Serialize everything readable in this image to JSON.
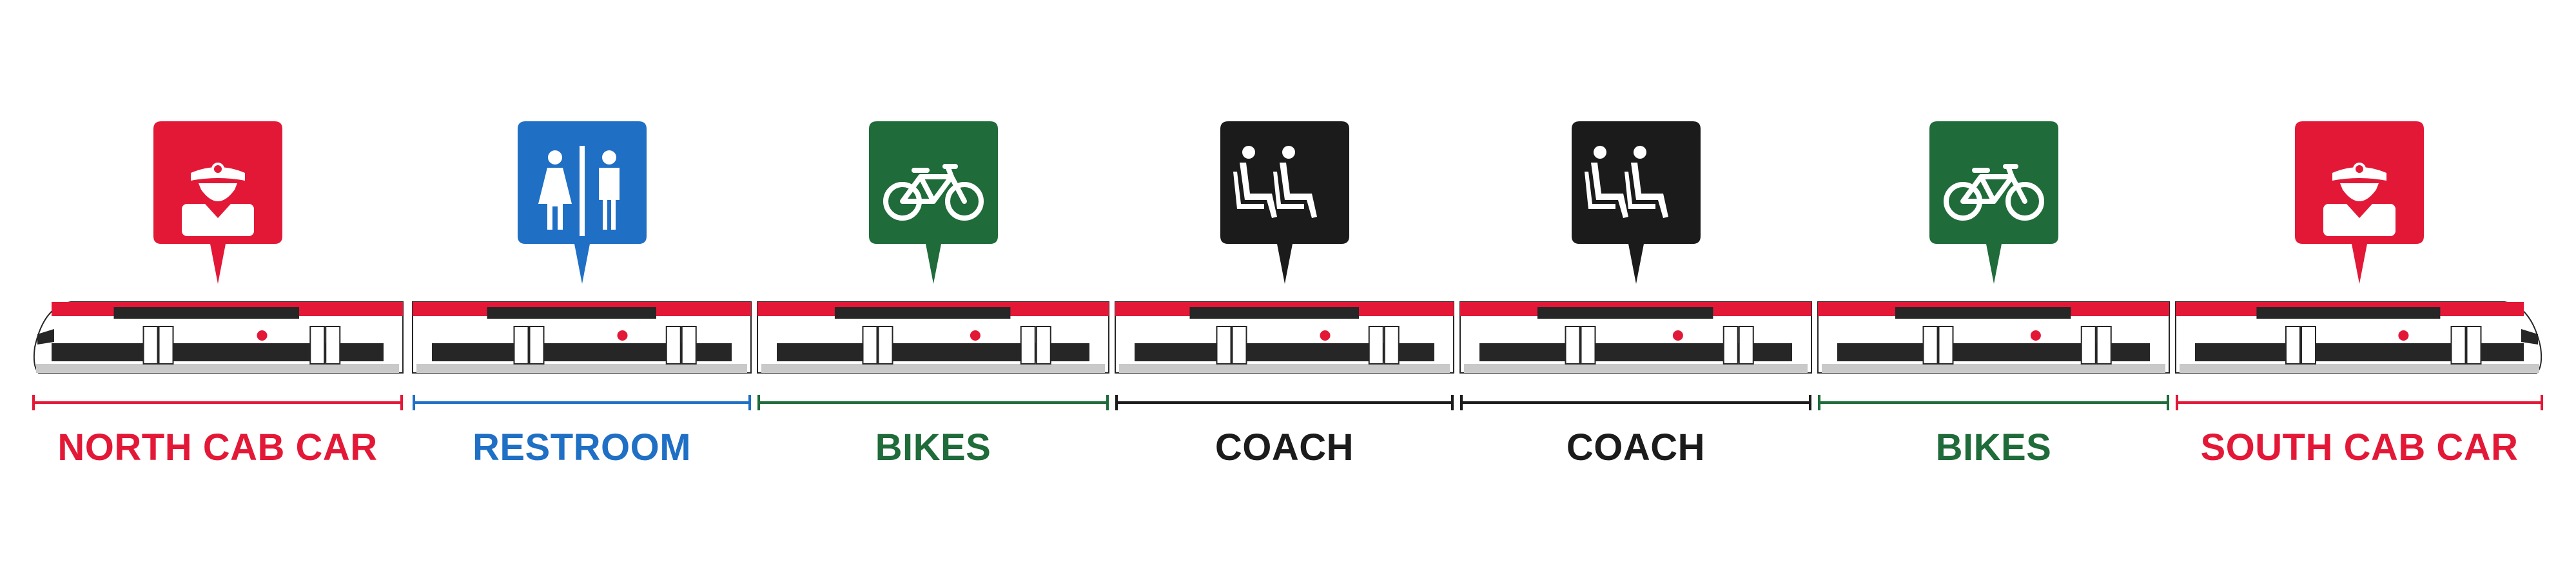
{
  "colors": {
    "red": "#e31837",
    "blue": "#1f6fc5",
    "green": "#1f6b3a",
    "black": "#1b1b1b",
    "train_red": "#e31837",
    "train_white": "#ffffff",
    "train_dark": "#262626",
    "train_gray": "#c9c9c9"
  },
  "cars": [
    {
      "label": "NORTH CAB CAR",
      "color": "#e31837",
      "icon": "conductor-icon",
      "kind": "cab-north"
    },
    {
      "label": "RESTROOM",
      "color": "#1f6fc5",
      "icon": "restroom-icon",
      "kind": "mid"
    },
    {
      "label": "BIKES",
      "color": "#1f6b3a",
      "icon": "bicycle-icon",
      "kind": "mid"
    },
    {
      "label": "COACH",
      "color": "#1b1b1b",
      "icon": "seats-icon",
      "kind": "mid"
    },
    {
      "label": "COACH",
      "color": "#1b1b1b",
      "icon": "seats-icon",
      "kind": "mid"
    },
    {
      "label": "BIKES",
      "color": "#1f6b3a",
      "icon": "bicycle-icon",
      "kind": "mid"
    },
    {
      "label": "SOUTH CAB CAR",
      "color": "#e31837",
      "icon": "conductor-icon",
      "kind": "cab-south"
    }
  ]
}
